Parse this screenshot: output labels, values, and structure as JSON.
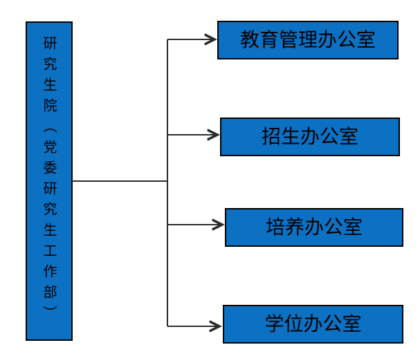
{
  "diagram": {
    "type": "org-chart",
    "root": {
      "label": "研究生院（党委研究生工作部）"
    },
    "children": [
      {
        "label": "教育管理办公室"
      },
      {
        "label": "招生办公室"
      },
      {
        "label": "培养办公室"
      },
      {
        "label": "学位办公室"
      }
    ],
    "colors": {
      "box_fill": "#0c70c3",
      "box_border": "#000000",
      "line": "#2b2b2b",
      "text": "#000000"
    }
  }
}
